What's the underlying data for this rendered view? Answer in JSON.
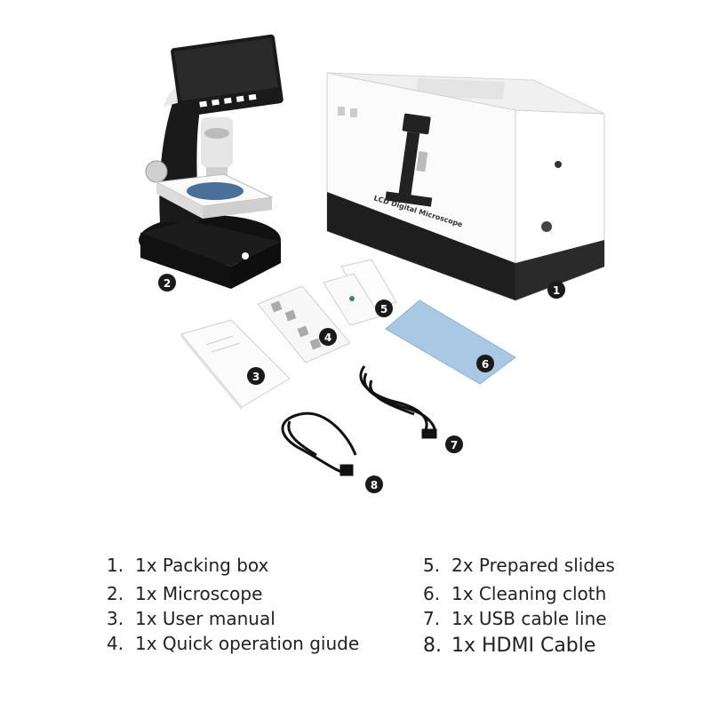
{
  "box_text": {
    "title": "LCD Digital Microscope"
  },
  "markers": [
    "1",
    "2",
    "3",
    "4",
    "5",
    "6",
    "7",
    "8"
  ],
  "contents": {
    "left": [
      {
        "num": "1.",
        "text": "1x Packing box"
      },
      {
        "num": "2.",
        "text": "1x Microscope"
      },
      {
        "num": "3.",
        "text": "1x User manual"
      },
      {
        "num": "4.",
        "text": "1x Quick operation giude"
      }
    ],
    "right": [
      {
        "num": "5.",
        "text": "2x Prepared slides"
      },
      {
        "num": "6.",
        "text": "1x Cleaning cloth"
      },
      {
        "num": "7.",
        "text": "1x USB cable line"
      },
      {
        "num": "8.",
        "text": "1x HDMI Cable"
      }
    ]
  },
  "colors": {
    "background": "#ffffff",
    "cloth": "#a9c8e4",
    "device_dark": "#1c1c1c",
    "screen": "#2a2a2a",
    "badge": "#1a1a1a"
  }
}
